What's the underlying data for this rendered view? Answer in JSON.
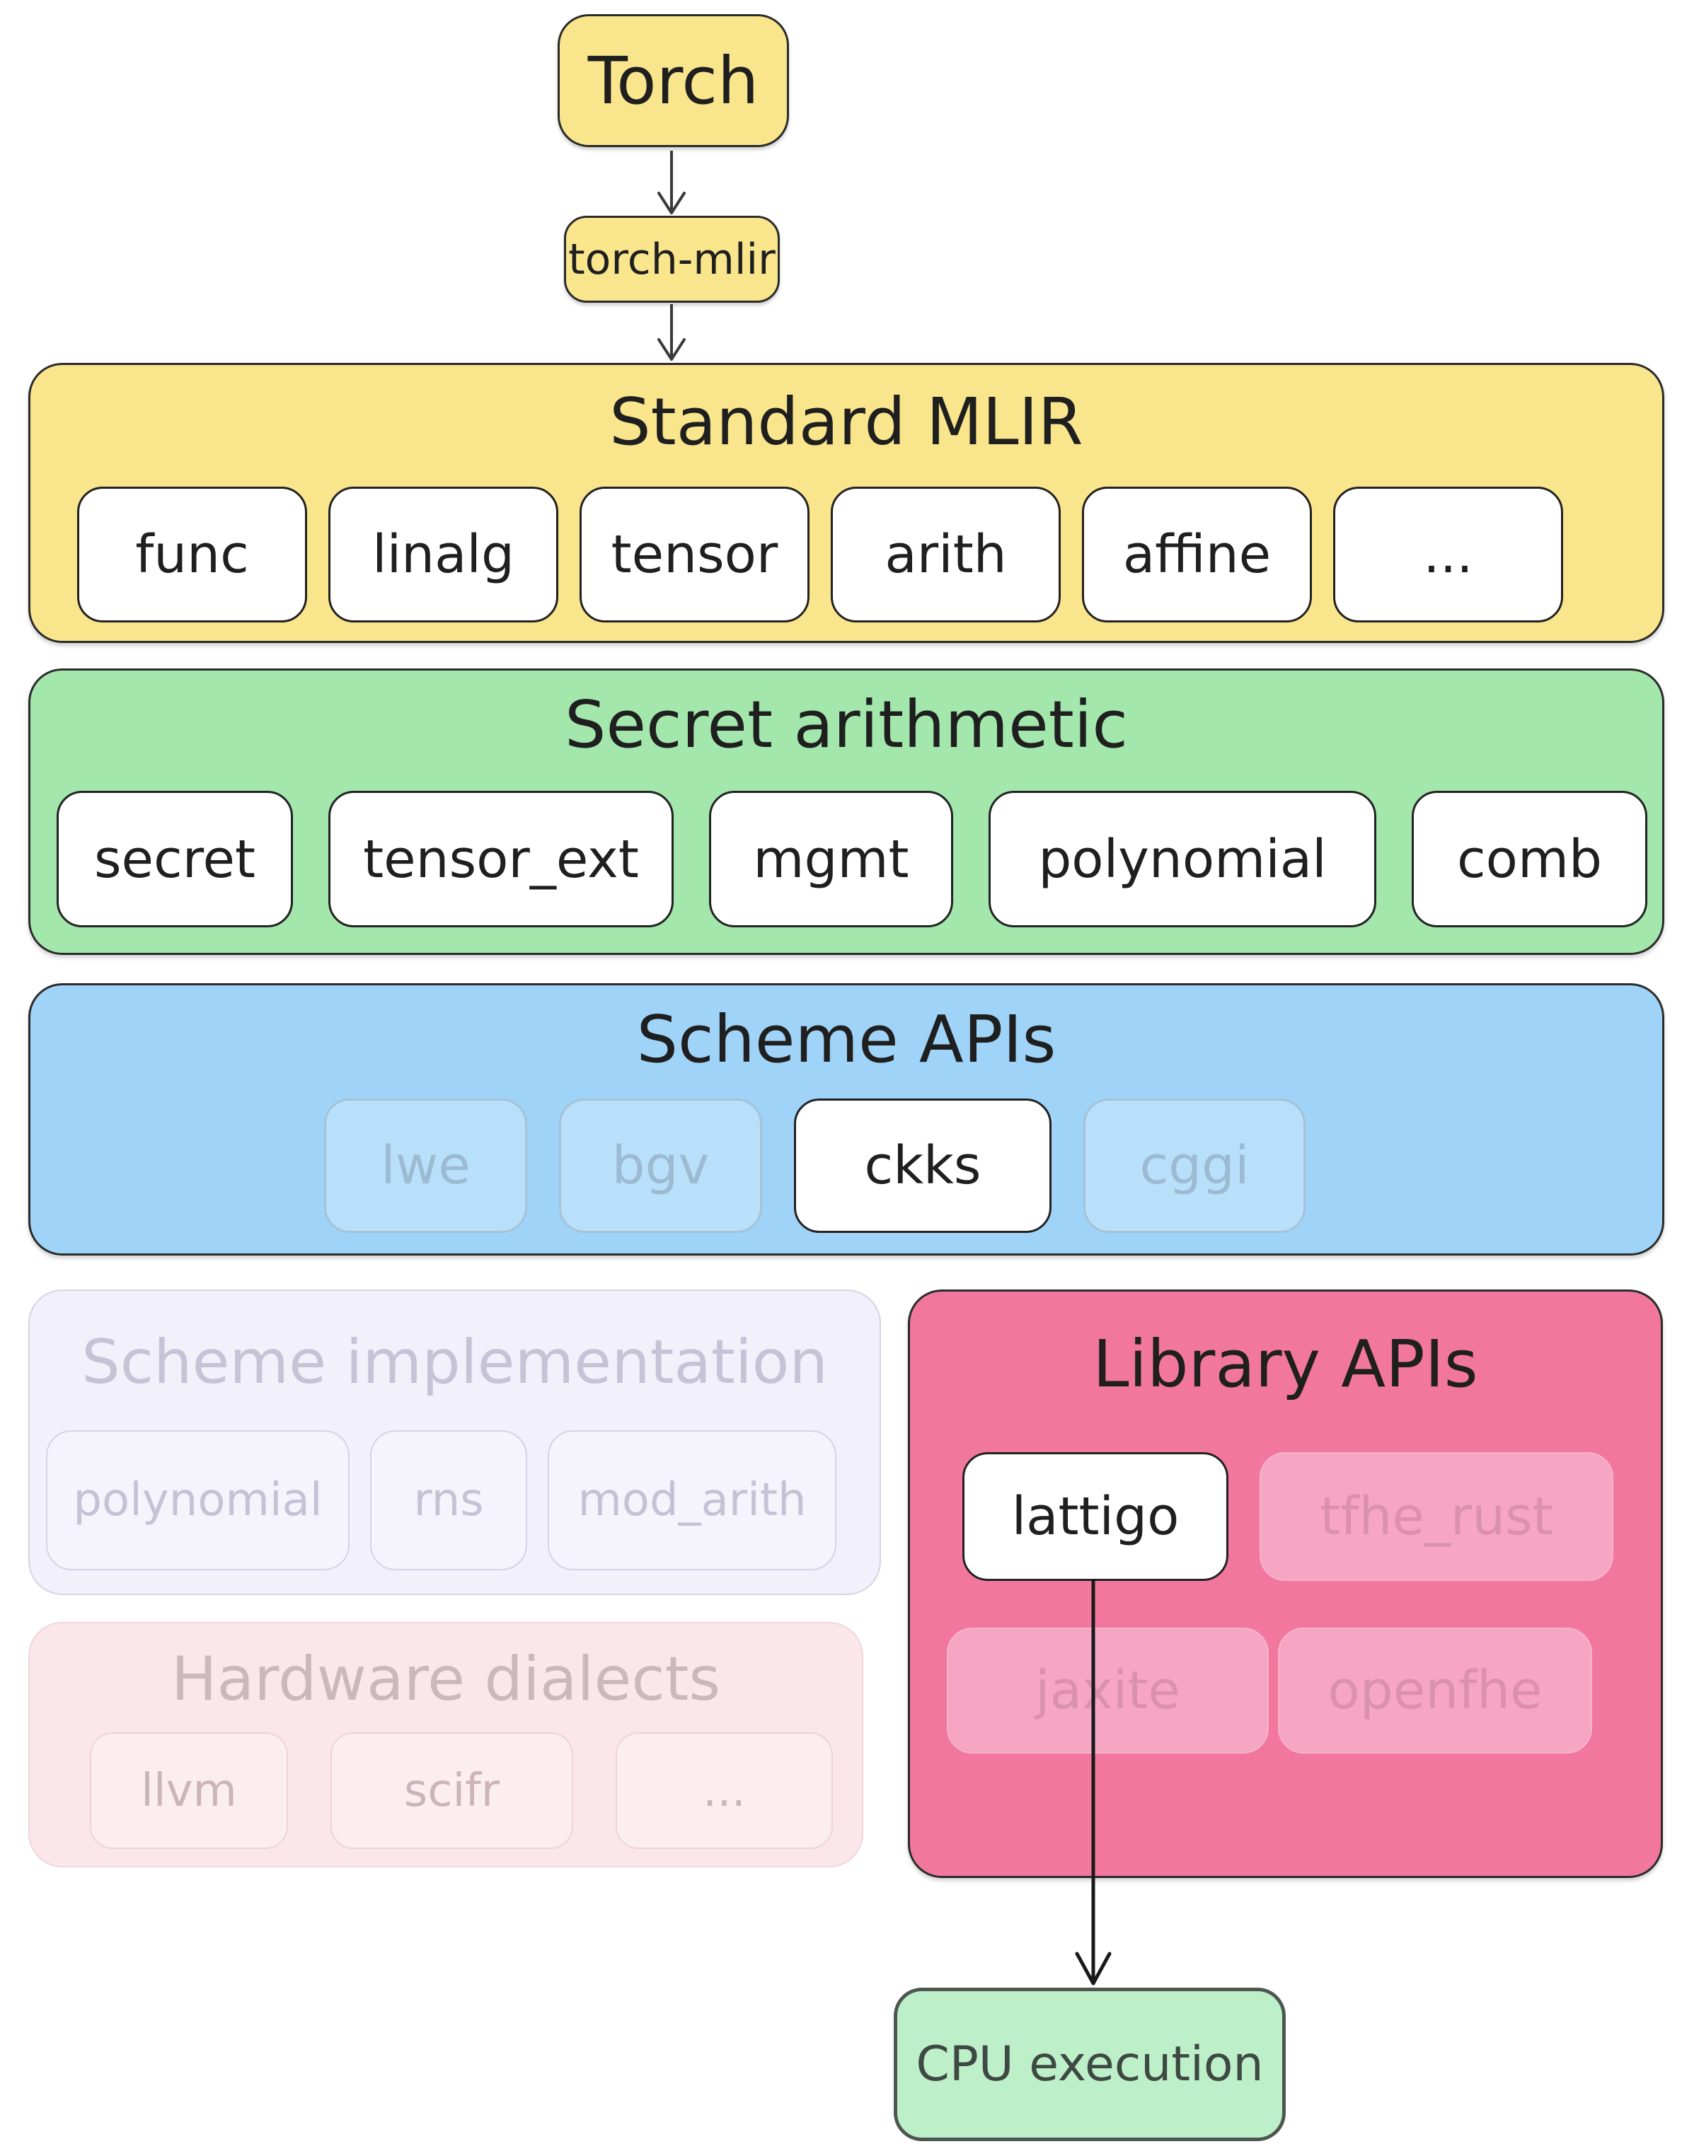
{
  "torch": {
    "label": "Torch"
  },
  "torch_mlir": {
    "label": "torch-mlir"
  },
  "standard_mlir": {
    "title": "Standard MLIR",
    "dialects": [
      "func",
      "linalg",
      "tensor",
      "arith",
      "affine",
      "..."
    ]
  },
  "secret_arithmetic": {
    "title": "Secret arithmetic",
    "dialects": [
      "secret",
      "tensor_ext",
      "mgmt",
      "polynomial",
      "comb"
    ]
  },
  "scheme_apis": {
    "title": "Scheme APIs",
    "dialects": [
      {
        "label": "lwe",
        "active": false
      },
      {
        "label": "bgv",
        "active": false
      },
      {
        "label": "ckks",
        "active": true
      },
      {
        "label": "cggi",
        "active": false
      }
    ]
  },
  "scheme_implementation": {
    "title": "Scheme implementation",
    "dialects": [
      "polynomial",
      "rns",
      "mod_arith"
    ]
  },
  "hardware_dialects": {
    "title": "Hardware dialects",
    "dialects": [
      "llvm",
      "scifr",
      "..."
    ]
  },
  "library_apis": {
    "title": "Library APIs",
    "libraries": [
      {
        "label": "lattigo",
        "active": true
      },
      {
        "label": "tfhe_rust",
        "active": false
      },
      {
        "label": "jaxite",
        "active": false
      },
      {
        "label": "openfhe",
        "active": false
      }
    ]
  },
  "cpu": {
    "label": "CPU execution"
  },
  "colors": {
    "yellow": "#F9E58C",
    "green": "#A3E7AD",
    "blue": "#9FD3F7",
    "blue_faded_box": "#B9E0FA",
    "lavender_bg": "#F2F0FA",
    "lavender_box": "#F5F3FC",
    "hardware_pink_bg": "#FBE7EB",
    "hardware_pink_box": "#FCEEF0",
    "library_pink": "#F2779E",
    "library_pink_faded": "#F6A6C2",
    "cpu_green": "#BDEFC9",
    "dark_border": "#2B2B2B",
    "active_box": "#FFFFFF"
  }
}
